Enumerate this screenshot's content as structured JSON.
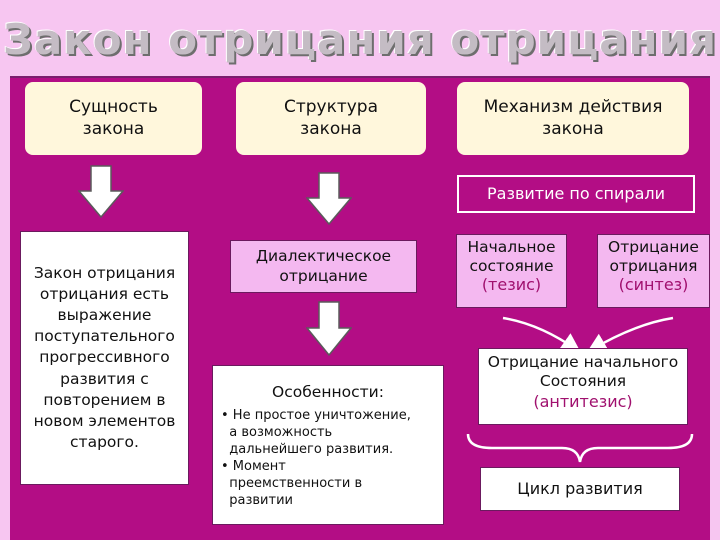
{
  "title": "Закон отрицания отрицания",
  "top_boxes": {
    "essence": "Сущность\nзакона",
    "structure": "Структура\nзакона",
    "mechanism": "Механизм действия\nзакона"
  },
  "spiral_label": "Развитие по спирали",
  "law_text": "Закон отрицания\nотрицания есть\nвыражение\nпоступательного\nпрогрессивного\nразвития с\nповторением в\nновом элементов\nстарого.",
  "dialectic": "Диалектическое\nотрицание",
  "features": {
    "heading": "Особенности:",
    "item1": "• Не простое уничтожение,\n  а возможность\n  дальнейшего развития.",
    "item2": "• Момент\n  преемственности в\n  развитии"
  },
  "initial_state": {
    "line1": "Начальное\nсостояние",
    "accent": "(тезис)"
  },
  "double_negation": {
    "line1": "Отрицание\nотрицания",
    "accent": "(синтез)"
  },
  "negation_initial": {
    "line1": "Отрицание начального\nСостояния",
    "accent": "(антитезис)"
  },
  "cycle": "Цикл развития",
  "colors": {
    "background": "#f7c6f1",
    "panel": "#b30d85",
    "cream": "#fff7dc",
    "pink_box": "#f4b8f0",
    "accent_text": "#a0106e"
  }
}
